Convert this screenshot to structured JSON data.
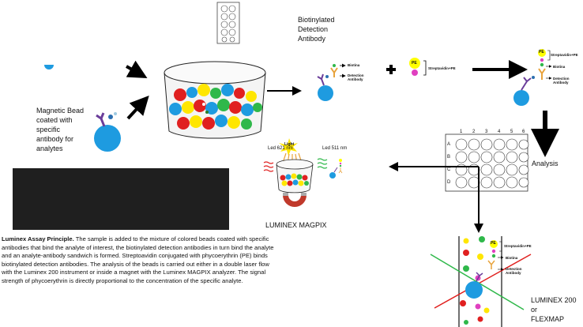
{
  "labels": {
    "biotinylated_detection_antibody": "Biotinylated\nDetection\nAntibody",
    "magnetic_bead": "Magnetic Bead\ncoated with\nspecific\nantibody for\nanalytes",
    "biotina": "Biotina",
    "detection_antibody": "Detection\nAntibody",
    "pe": "PE",
    "streptavidin_pe": "Streptavidin+PE",
    "analysis": "Analysis",
    "led_621": "Led 621 nm",
    "led_511": "Led 511 nm",
    "light": "Light",
    "luminex_magpix": "LUMINEX MAGPIX",
    "luminex_200": "LUMINEX 200 or\nFLEXMAP",
    "plus": "+"
  },
  "plate": {
    "columns": [
      "1",
      "2",
      "3",
      "4",
      "5",
      "6"
    ],
    "rows": [
      "A",
      "B",
      "C",
      "D"
    ]
  },
  "caption": {
    "title": "Luminex Assay Principle.",
    "body": " The sample is added to the mixture of colored beads coated with specific antibodies that bind the analyte of interest, the biotinylated detection antibodies in turn bind the analyte and an analyte-antibody sandwich is formed. Streptoavidin conjugated with phycoerythrin (PE) binds biotinylated detection antibodies. The analysis of the beads is carried out either in a double laser flow with the Luminex 200 instrument or inside a magnet with the Luminex MAGPIX analyzer. The signal strength of phycoerythrin is directly proportional to the concentration of the specific analyte."
  },
  "colors": {
    "bead_blue": "#1e9be0",
    "arrow": "#000000",
    "pe_yellow": "#ffff00",
    "antibody_purple": "#6a3d9a",
    "antibody_orange": "#e8a33c",
    "laser_red": "#e0211f",
    "laser_green": "#2fb84a"
  }
}
